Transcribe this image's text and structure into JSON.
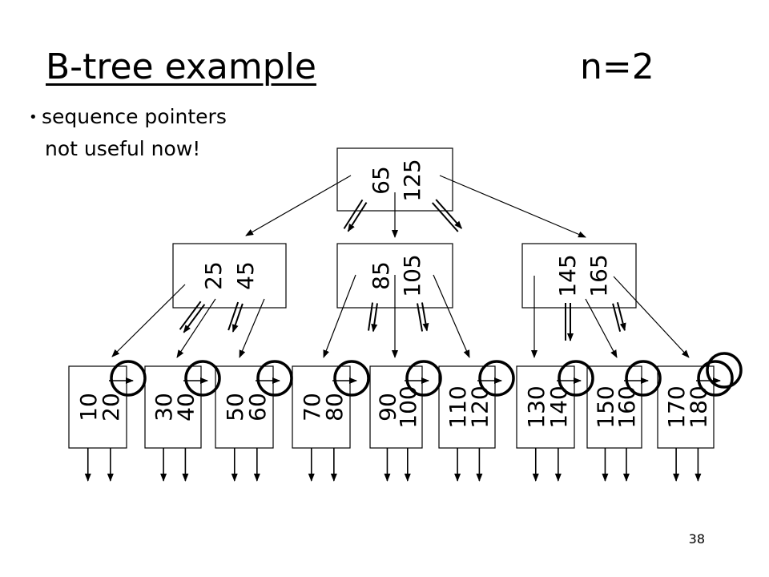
{
  "title": "B-tree example",
  "parameter": "n=2",
  "bullets": [
    "sequence pointers",
    "not useful now!"
  ],
  "slide_number": "38",
  "root": {
    "keys": [
      "65",
      "125"
    ]
  },
  "interior": [
    {
      "keys": [
        "25",
        "45"
      ]
    },
    {
      "keys": [
        "85",
        "105"
      ]
    },
    {
      "keys": [
        "145",
        "165"
      ]
    }
  ],
  "leaves": [
    {
      "keys": [
        "10",
        "20"
      ]
    },
    {
      "keys": [
        "30",
        "40"
      ]
    },
    {
      "keys": [
        "50",
        "60"
      ]
    },
    {
      "keys": [
        "70",
        "80"
      ]
    },
    {
      "keys": [
        "90",
        "100"
      ]
    },
    {
      "keys": [
        "110",
        "120"
      ]
    },
    {
      "keys": [
        "130",
        "140"
      ]
    },
    {
      "keys": [
        "150",
        "160"
      ]
    },
    {
      "keys": [
        "170",
        "180"
      ]
    }
  ],
  "colors": {
    "line": "#000000",
    "background": "#ffffff"
  }
}
